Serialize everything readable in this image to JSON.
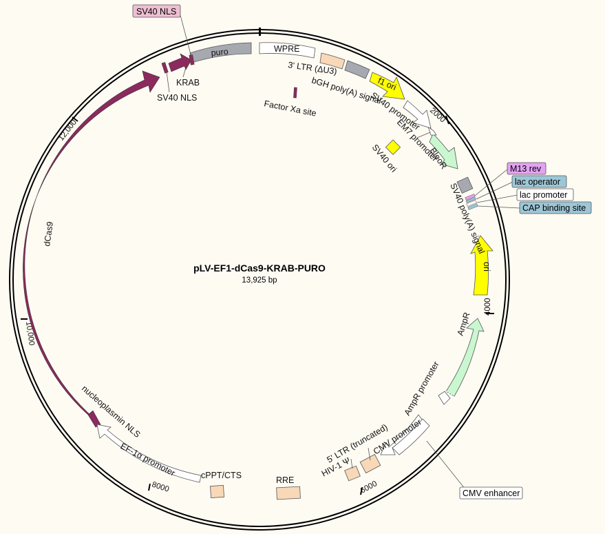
{
  "plasmid": {
    "name": "pLV-EF1-dCas9-KRAB-PURO",
    "length_label": "13,925 bp",
    "length_bp": 13925
  },
  "colors": {
    "background": "#fefbf3",
    "cds_magenta": "#8c2a5e",
    "cds_grey": "#a6a9b0",
    "feature_peach": "#f8d8b7",
    "ori_yellow": "#ffff00",
    "marker_green": "#c9f7cf",
    "promoter_white": "#ffffff",
    "primer_purple": "#e3a2f2",
    "protein_bind_blue": "#9dc6d6",
    "nls_pink": "#eebed3"
  },
  "ticks": [
    {
      "label": "2000",
      "bp": 2000
    },
    {
      "label": "4000",
      "bp": 4000
    },
    {
      "label": "6000",
      "bp": 6000
    },
    {
      "label": "8000",
      "bp": 8000
    },
    {
      "label": "10,000",
      "bp": 10000
    },
    {
      "label": "12,000",
      "bp": 12000
    }
  ],
  "features": [
    {
      "name": "puro",
      "type": "cds",
      "color": "#a6a9b0",
      "inner_label": true
    },
    {
      "name": "WPRE",
      "type": "misc",
      "color": "#ffffff",
      "inner_label": true
    },
    {
      "name": "3' LTR (ΔU3)",
      "type": "ltr",
      "color": "#f8d8b7"
    },
    {
      "name": "bGH poly(A) signal",
      "type": "terminator",
      "color": "#a6a9b0"
    },
    {
      "name": "f1 ori",
      "type": "ori",
      "color": "#ffff00",
      "inner_label": true
    },
    {
      "name": "SV40 promoter",
      "type": "promoter",
      "color": "#ffffff"
    },
    {
      "name": "EM7 promoter",
      "type": "promoter",
      "color": "#ffffff"
    },
    {
      "name": "BleoR",
      "type": "cds",
      "color": "#c9f7cf",
      "inner_label": true
    },
    {
      "name": "SV40 ori",
      "type": "ori",
      "color": "#ffff00"
    },
    {
      "name": "SV40 poly(A) signal",
      "type": "terminator",
      "color": "#a6a9b0"
    },
    {
      "name": "M13 rev",
      "type": "primer",
      "color": "#e3a2f2",
      "boxed": true
    },
    {
      "name": "lac operator",
      "type": "protein_bind",
      "color": "#9dc6d6",
      "boxed": true
    },
    {
      "name": "lac promoter",
      "type": "promoter",
      "color": "#ffffff",
      "boxed": true
    },
    {
      "name": "CAP binding site",
      "type": "protein_bind",
      "color": "#9dc6d6",
      "boxed": true
    },
    {
      "name": "ori",
      "type": "ori",
      "color": "#ffff00",
      "inner_label": true
    },
    {
      "name": "AmpR",
      "type": "cds",
      "color": "#c9f7cf"
    },
    {
      "name": "AmpR promoter",
      "type": "promoter",
      "color": "#ffffff"
    },
    {
      "name": "CMV enhancer",
      "type": "enhancer",
      "color": "#ffffff",
      "boxed": true
    },
    {
      "name": "CMV promoter",
      "type": "promoter",
      "color": "#ffffff"
    },
    {
      "name": "5' LTR (truncated)",
      "type": "ltr",
      "color": "#f8d8b7"
    },
    {
      "name": "HIV-1 Ψ",
      "type": "misc",
      "color": "#f8d8b7"
    },
    {
      "name": "RRE",
      "type": "misc",
      "color": "#f8d8b7"
    },
    {
      "name": "cPPT/CTS",
      "type": "misc",
      "color": "#f8d8b7"
    },
    {
      "name": "EF-1α promoter",
      "type": "promoter",
      "color": "#ffffff"
    },
    {
      "name": "nucleoplasmin NLS",
      "type": "nls",
      "color": "#8c2a5e"
    },
    {
      "name": "dCas9",
      "type": "cds",
      "color": "#8c2a5e"
    },
    {
      "name": "SV40 NLS",
      "type": "nls",
      "color": "#8c2a5e"
    },
    {
      "name": "KRAB",
      "type": "cds",
      "color": "#8c2a5e"
    },
    {
      "name": "SV40 NLS",
      "type": "nls",
      "color": "#8c2a5e",
      "boxed": true
    },
    {
      "name": "Factor Xa site",
      "type": "site",
      "color": "#8c2a5e"
    }
  ]
}
